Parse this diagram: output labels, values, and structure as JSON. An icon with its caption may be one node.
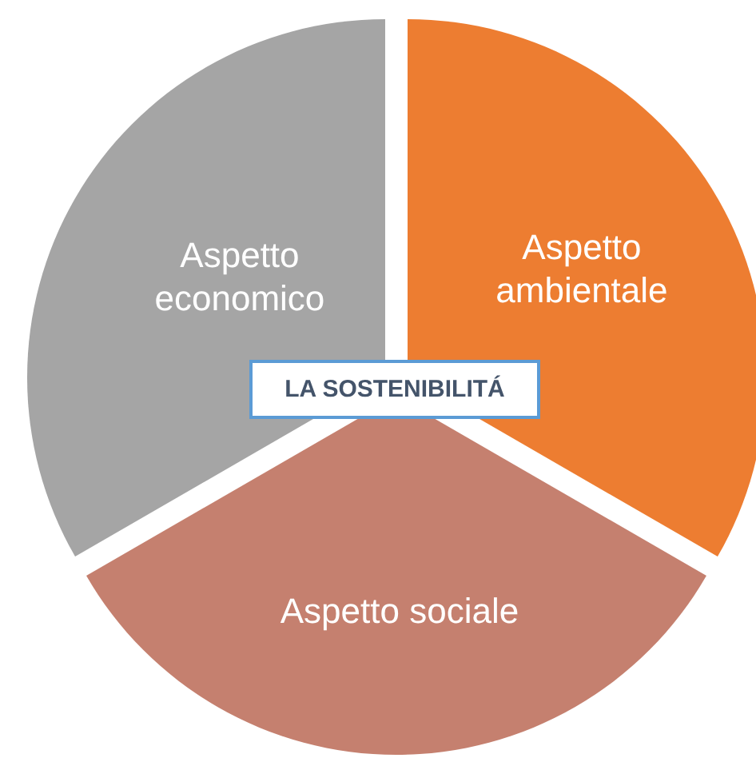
{
  "diagram": {
    "nodes": [
      {
        "text": [
          "Aspetto economico"
        ]
      },
      {
        "text": [
          "Aspetto ambientale"
        ]
      },
      {
        "text": [
          "LA SOSTENIBILITÁ"
        ]
      },
      {
        "text": [
          "Aspetto sociale"
        ]
      }
    ],
    "edges": []
  }
}
